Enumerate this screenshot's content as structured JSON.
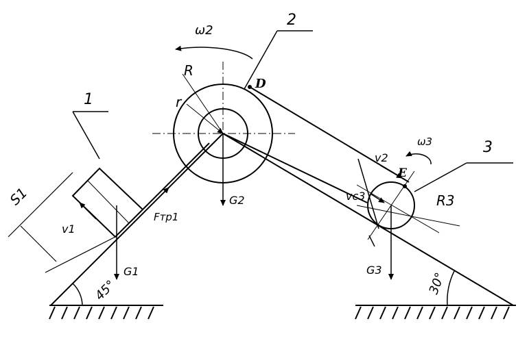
{
  "labels": {
    "body1": "1",
    "body2": "2",
    "body3": "3",
    "omega2": "ω2",
    "omega3": "ω3",
    "R": "R",
    "r": "r",
    "R3": "R3",
    "D": "D",
    "E": "E",
    "v2": "v2",
    "vc3": "vc3",
    "v1": "v1",
    "S1": "S1",
    "Ftr1": "Fтр1",
    "G1": "G1",
    "G2": "G2",
    "G3": "G3",
    "angle_left": "45°",
    "angle_right": "30°"
  },
  "colors": {
    "stroke": "#000000",
    "background": "#ffffff"
  }
}
